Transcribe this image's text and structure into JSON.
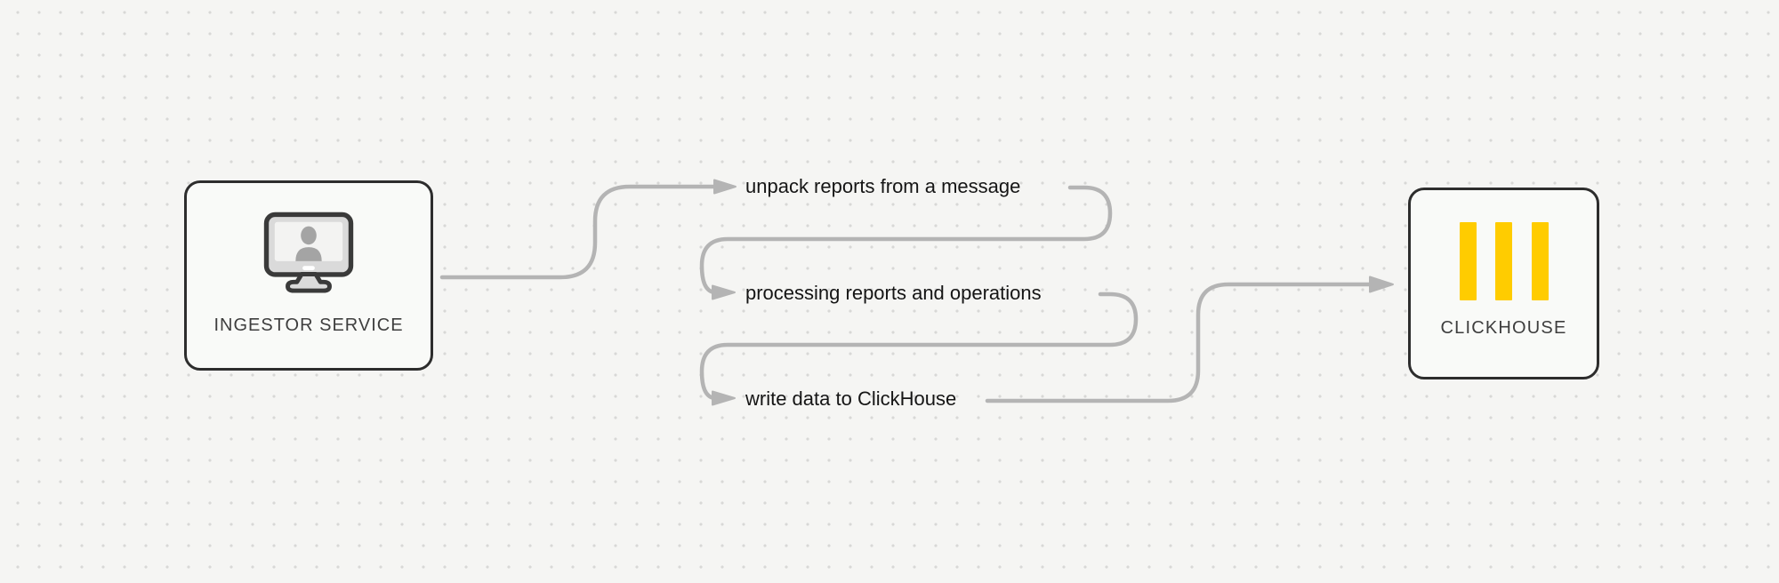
{
  "nodes": {
    "ingestor": {
      "label": "INGESTOR SERVICE",
      "icon": "monitor-user-icon"
    },
    "clickhouse": {
      "label": "CLICKHOUSE",
      "icon": "clickhouse-bars-icon"
    }
  },
  "steps": [
    {
      "label": "unpack reports from a message"
    },
    {
      "label": "processing reports and operations"
    },
    {
      "label": "write data to ClickHouse"
    }
  ],
  "colors": {
    "canvas_background": "#f5f5f3",
    "grid_dots": "#d8d8d6",
    "connector_line": "#b4b4b4",
    "node_border": "#2d2d2d",
    "node_fill": "#f9faf8",
    "node_text": "#3e3e3e",
    "step_text": "#151515",
    "clickhouse_yellow": "#ffcc00",
    "monitor_gray": "#dadada",
    "silhouette_gray": "#a4a4a4"
  }
}
